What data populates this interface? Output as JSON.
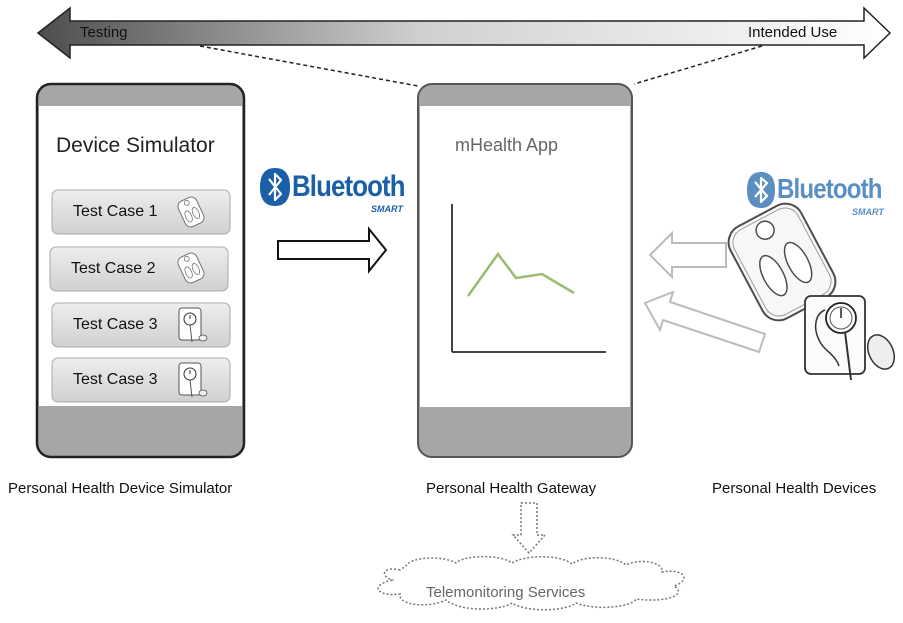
{
  "banner": {
    "left_label": "Testing",
    "right_label": "Intended Use"
  },
  "simulator_phone": {
    "title": "Device Simulator",
    "test_cases": [
      {
        "label": "Test Case 1",
        "icon": "scale-icon"
      },
      {
        "label": "Test Case 2",
        "icon": "scale-icon"
      },
      {
        "label": "Test Case 3",
        "icon": "blood-pressure-icon"
      },
      {
        "label": "Test Case 3",
        "icon": "blood-pressure-icon"
      }
    ]
  },
  "gateway_phone": {
    "title": "mHealth App"
  },
  "bluetooth_logos": [
    {
      "word": "Bluetooth",
      "sub": "SMART"
    },
    {
      "word": "Bluetooth",
      "sub": "SMART"
    }
  ],
  "captions": {
    "simulator": "Personal Health Device Simulator",
    "gateway": "Personal Health Gateway",
    "devices": "Personal Health Devices"
  },
  "cloud": {
    "label": "Telemonitoring Services"
  },
  "colors": {
    "bluetooth_blue": "#1a5fa8",
    "chart_line": "#9dbb6e",
    "phone_gray": "#a6a6a6",
    "button_gray": "#d9d9d9"
  }
}
